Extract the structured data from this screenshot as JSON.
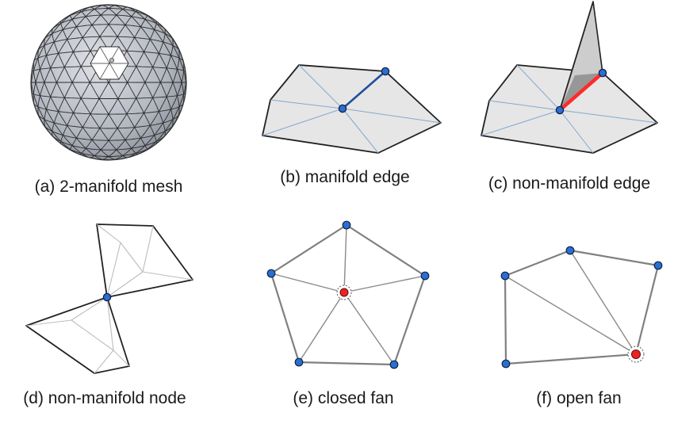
{
  "panels": [
    {
      "id": "a",
      "caption": "(a) 2-manifold mesh"
    },
    {
      "id": "b",
      "caption": "(b) manifold edge"
    },
    {
      "id": "c",
      "caption": "(c) non-manifold edge"
    },
    {
      "id": "d",
      "caption": "(d) non-manifold node"
    },
    {
      "id": "e",
      "caption": "(e) closed fan"
    },
    {
      "id": "f",
      "caption": "(f) open fan"
    }
  ],
  "colors": {
    "face_fill": "#e6e6e6",
    "outline": "#222222",
    "interior_edge": "#7fa3cc",
    "highlight_edge": "#1f4f9e",
    "nonmanifold_edge": "#ff2a2a",
    "node_blue": "#2a6fd0",
    "node_red": "#ee2222",
    "fan_edge": "#808080",
    "sphere_fill": "#b9bcc4",
    "sphere_window": "#ffffff"
  }
}
